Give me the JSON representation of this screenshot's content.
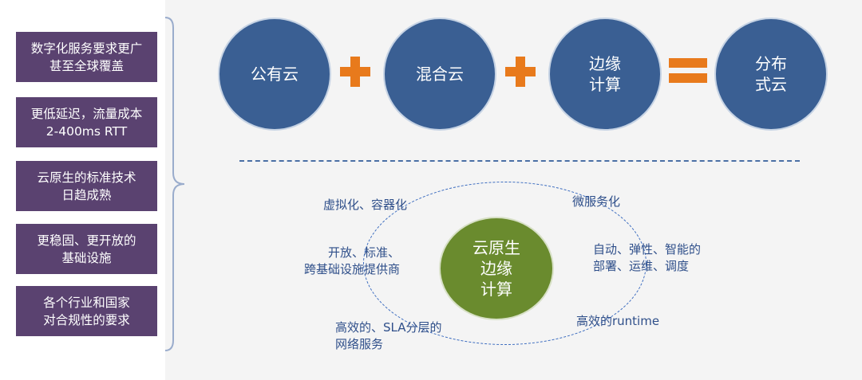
{
  "side_items": [
    {
      "text": "数字化服务要求更广\n甚至全球覆盖"
    },
    {
      "text": "更低延迟，流量成本\n2-400ms RTT"
    },
    {
      "text": "云原生的标准技术\n日趋成熟"
    },
    {
      "text": "更稳固、更开放的\n基础设施"
    },
    {
      "text": "各个行业和国家\n对合规性的要求"
    }
  ],
  "equation": {
    "public_cloud": "公有云",
    "hybrid_cloud": "混合云",
    "edge_computing": "边缘\n计算",
    "distributed_cloud": "分布\n式云"
  },
  "center": {
    "title": "云原生\n边缘\n计算"
  },
  "features": {
    "virtualization": "虚拟化、容器化",
    "microservices": "微服务化",
    "open_standards": "开放、标准、\n跨基础设施提供商",
    "automation": "自动、弹性、智能的\n部署、运维、调度",
    "networking": "高效的、SLA分层的\n网络服务",
    "runtime": "高效的runtime"
  },
  "colors": {
    "side_box": "#5a4270",
    "circle_blue": "#3a5f93",
    "circle_green": "#6a8b2e",
    "operator": "#e87a1c",
    "label_text": "#2f4f8a"
  }
}
